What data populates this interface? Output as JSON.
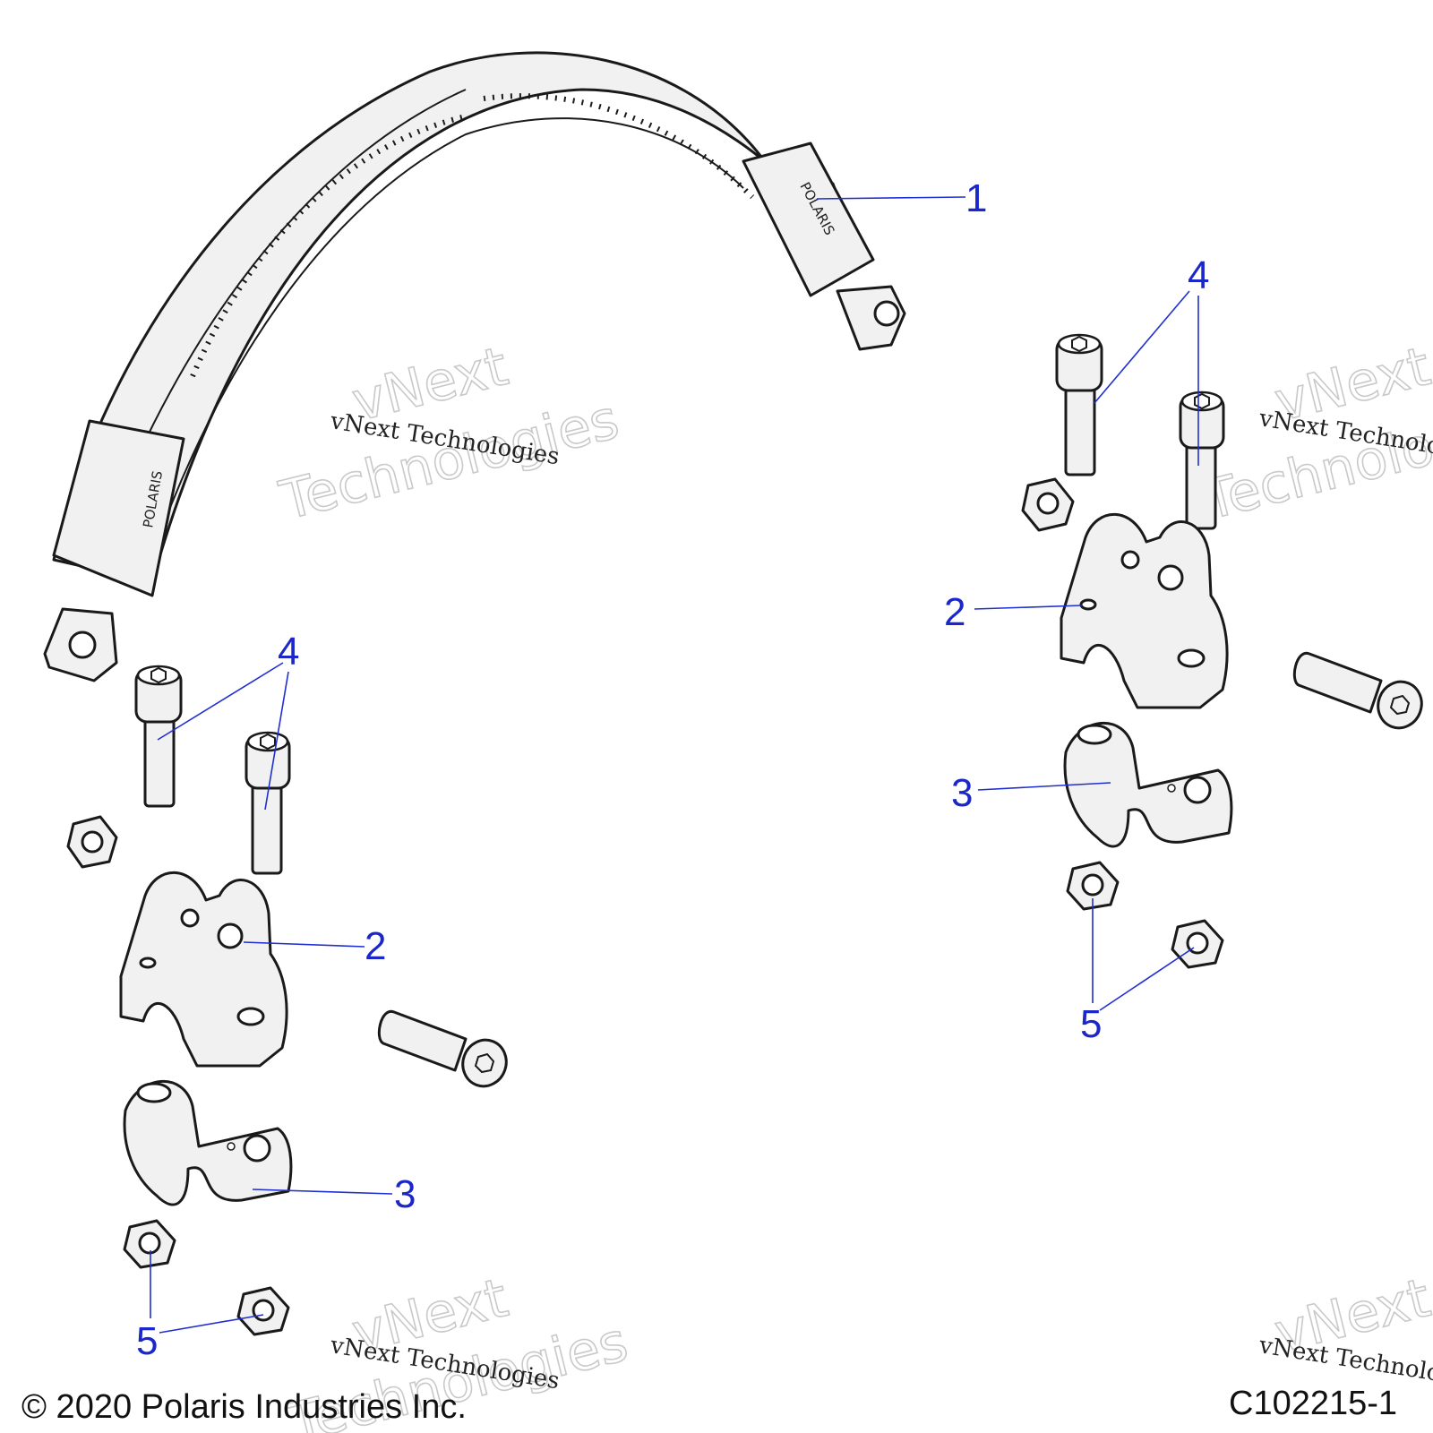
{
  "callouts": [
    {
      "id": "callout-1",
      "label": "1"
    },
    {
      "id": "callout-2-right",
      "label": "2"
    },
    {
      "id": "callout-3-right",
      "label": "3"
    },
    {
      "id": "callout-4-right",
      "label": "4"
    },
    {
      "id": "callout-5-right",
      "label": "5"
    },
    {
      "id": "callout-2-left",
      "label": "2"
    },
    {
      "id": "callout-3-left",
      "label": "3"
    },
    {
      "id": "callout-4-left",
      "label": "4"
    },
    {
      "id": "callout-5-left",
      "label": "5"
    }
  ],
  "handle_brand": "POLARIS",
  "watermark": {
    "small": "vNext Technologies",
    "big_line1": "vNext",
    "big_line2": "Technologies"
  },
  "footer": {
    "copyright": "© 2020 Polaris Industries Inc.",
    "figure_id": "C102215-1"
  },
  "colors": {
    "callout": "#1c27c9",
    "part_fill": "#f1f1f1",
    "outline": "#1a1a1a"
  }
}
